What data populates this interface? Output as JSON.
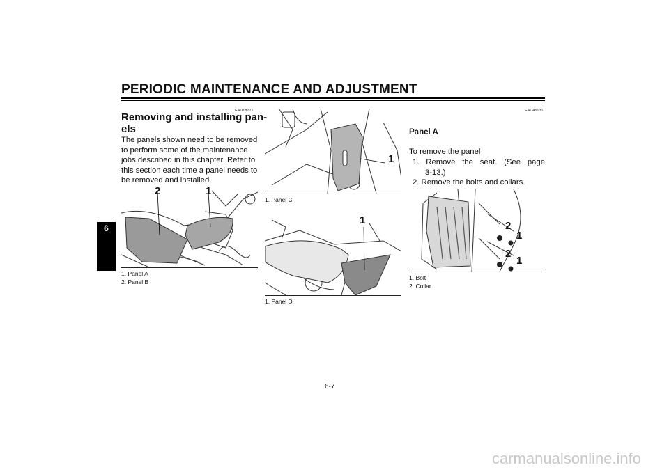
{
  "header": {
    "title": "PERIODIC MAINTENANCE AND ADJUSTMENT"
  },
  "chapter_tab": "6",
  "left_column": {
    "code": "EAU18771",
    "title_line1": "Removing and installing pan-",
    "title_line2": "els",
    "body_lines": [
      "The panels shown need to be removed",
      "to perform some of the maintenance",
      "jobs described in this chapter. Refer to",
      "this section each time a panel needs to",
      "be removed and installed."
    ],
    "figure": {
      "callouts": [
        "2",
        "1"
      ],
      "captions": [
        "1.  Panel A",
        "2.  Panel B"
      ]
    }
  },
  "middle_column": {
    "figure_top": {
      "callouts": [
        "1"
      ],
      "captions": [
        "1.  Panel C"
      ]
    },
    "figure_bottom": {
      "callouts": [
        "1"
      ],
      "captions": [
        "1.  Panel D"
      ]
    }
  },
  "right_column": {
    "code": "EAU45131",
    "subheading": "Panel A",
    "underlined": "To remove the panel",
    "steps": [
      {
        "line1": "1.  Remove  the  seat.  (See  page",
        "line2": "3-13.)"
      },
      {
        "line1": "2.  Remove the bolts and collars."
      }
    ],
    "figure": {
      "callouts": [
        "2",
        "1",
        "2",
        "1"
      ],
      "captions": [
        "1.  Bolt",
        "2.  Collar"
      ]
    }
  },
  "footer": {
    "page_number": "6-7",
    "watermark": "carmanualsonline.info"
  }
}
